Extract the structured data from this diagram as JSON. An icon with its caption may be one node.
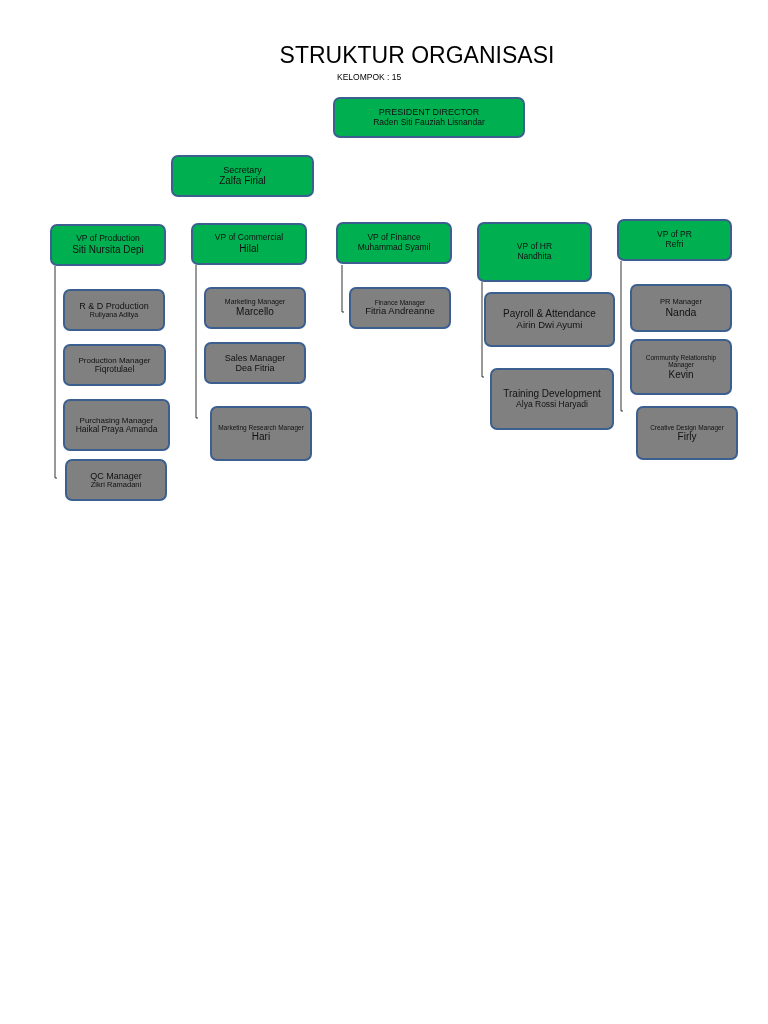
{
  "diagram": {
    "title": "STRUKTUR ORGANISASI",
    "nodes": [
      {
        "text": [
          "PRESIDENT DIRECTOR",
          "Raden Siti Fauziah Lisnandar"
        ]
      },
      {
        "text": [
          "Secretary",
          "Zalfa Firial"
        ]
      },
      {
        "text": [
          "VP of Production",
          "Siti Nursita Depi"
        ]
      },
      {
        "text": [
          "VP of Commercial",
          "Hilal"
        ]
      },
      {
        "text": [
          "VP of Finance",
          "Muhammad Syamil"
        ]
      },
      {
        "text": [
          "VP of HR",
          "Nandhita"
        ]
      },
      {
        "text": [
          "VP of PR",
          "Refri"
        ]
      },
      {
        "text": [
          "R & D Production",
          "Ruliyana Aditya"
        ]
      },
      {
        "text": [
          "Production Manager",
          "Fiqrotulael"
        ]
      },
      {
        "text": [
          "Purchasing Manager",
          "Haikal Praya Amanda"
        ]
      },
      {
        "text": [
          "QC Manager",
          "Zikri Ramadani"
        ]
      },
      {
        "text": [
          "Marketing Manager",
          "Marcello"
        ]
      },
      {
        "text": [
          "Sales Manager",
          "Dea Fitria"
        ]
      },
      {
        "text": [
          "Marketing Research Manager",
          "Hari"
        ]
      },
      {
        "text": [
          "Finance Manager",
          "Fitria Andreanne"
        ]
      },
      {
        "text": [
          "Payroll & Attendance",
          "Airin Dwi Ayumi"
        ]
      },
      {
        "text": [
          "Training Development",
          "Alya Rossi Haryadi"
        ]
      },
      {
        "text": [
          "PR Manager",
          "Nanda"
        ]
      },
      {
        "text": [
          "Community Relationship Manager",
          "Kevin"
        ]
      },
      {
        "text": [
          "Creative Design Manager",
          "Firly"
        ]
      }
    ],
    "labels": [
      "KELOMPOK : 15"
    ]
  }
}
